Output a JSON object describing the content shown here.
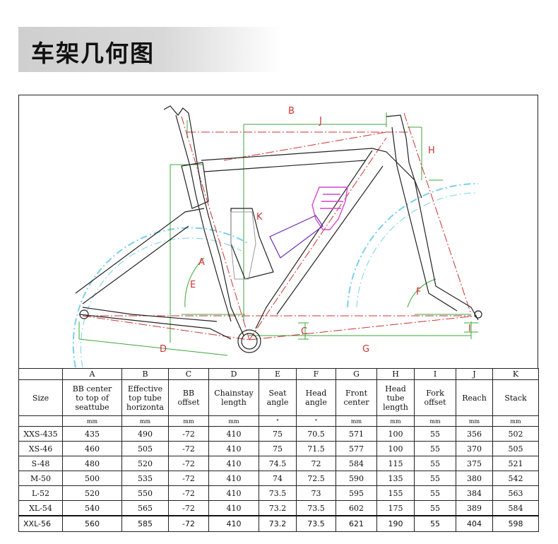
{
  "title": "车架几何图",
  "diagram": {
    "dimension_labels": [
      "B",
      "J",
      "H",
      "K",
      "A",
      "E",
      "F",
      "C",
      "D",
      "G",
      "I"
    ]
  },
  "table": {
    "letters": [
      "",
      "A",
      "B",
      "C",
      "D",
      "E",
      "F",
      "G",
      "H",
      "I",
      "J",
      "K"
    ],
    "headers": [
      "Size",
      "BB center\nto top of\nseattube",
      "Effective\ntop tube\nhorizonta",
      "BB\noffset",
      "Chainstay\nlength",
      "Seat\nangle",
      "Head\nangle",
      "Front\ncenter",
      "Head\ntube\nlength",
      "Fork\noffset",
      "Reach",
      "Stack"
    ],
    "units": [
      "",
      "mm",
      "mm",
      "mm",
      "mm",
      "°",
      "°",
      "mm",
      "mm",
      "mm",
      "mm",
      "mm"
    ],
    "rows": [
      [
        "XXS-435",
        "435",
        "490",
        "-72",
        "410",
        "75",
        "70.5",
        "571",
        "100",
        "55",
        "356",
        "502"
      ],
      [
        "XS-46",
        "460",
        "505",
        "-72",
        "410",
        "75",
        "71.5",
        "577",
        "100",
        "55",
        "370",
        "505"
      ],
      [
        "S-48",
        "480",
        "520",
        "-72",
        "410",
        "74.5",
        "72",
        "584",
        "115",
        "55",
        "375",
        "521"
      ],
      [
        "M-50",
        "500",
        "535",
        "-72",
        "410",
        "74",
        "72.5",
        "590",
        "135",
        "55",
        "380",
        "542"
      ],
      [
        "L-52",
        "520",
        "550",
        "-72",
        "410",
        "73.5",
        "73",
        "595",
        "155",
        "55",
        "384",
        "563"
      ],
      [
        "XL-54",
        "540",
        "565",
        "-72",
        "410",
        "73.2",
        "73.5",
        "602",
        "175",
        "55",
        "389",
        "584"
      ],
      [
        "XXL-56",
        "560",
        "585",
        "-72",
        "410",
        "73.2",
        "73.5",
        "621",
        "190",
        "55",
        "404",
        "598"
      ]
    ]
  }
}
